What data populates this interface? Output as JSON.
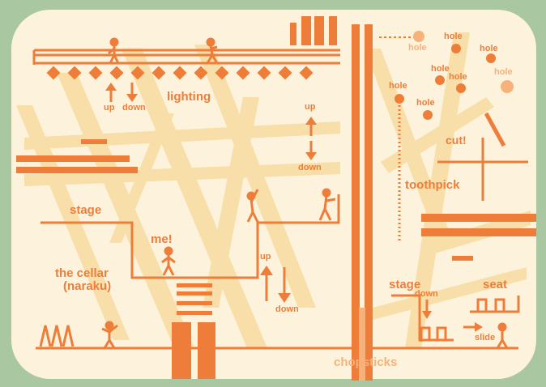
{
  "labels": {
    "lighting": "lighting",
    "up": "up",
    "down": "down",
    "stage": "stage",
    "me": "me!",
    "cellar_line1": "the cellar",
    "cellar_line2": "(naraku)",
    "hole": "hole",
    "cut": "cut!",
    "toothpick": "toothpick",
    "seat": "seat",
    "slide": "slide",
    "chopsticks": "chopsticks"
  },
  "colors": {
    "orange": "#ee7d3a",
    "pale_orange": "#f6b27a",
    "cream": "#fdf3dc",
    "stripe": "#f8dca3",
    "frame_bg": "#a9c7a0"
  }
}
